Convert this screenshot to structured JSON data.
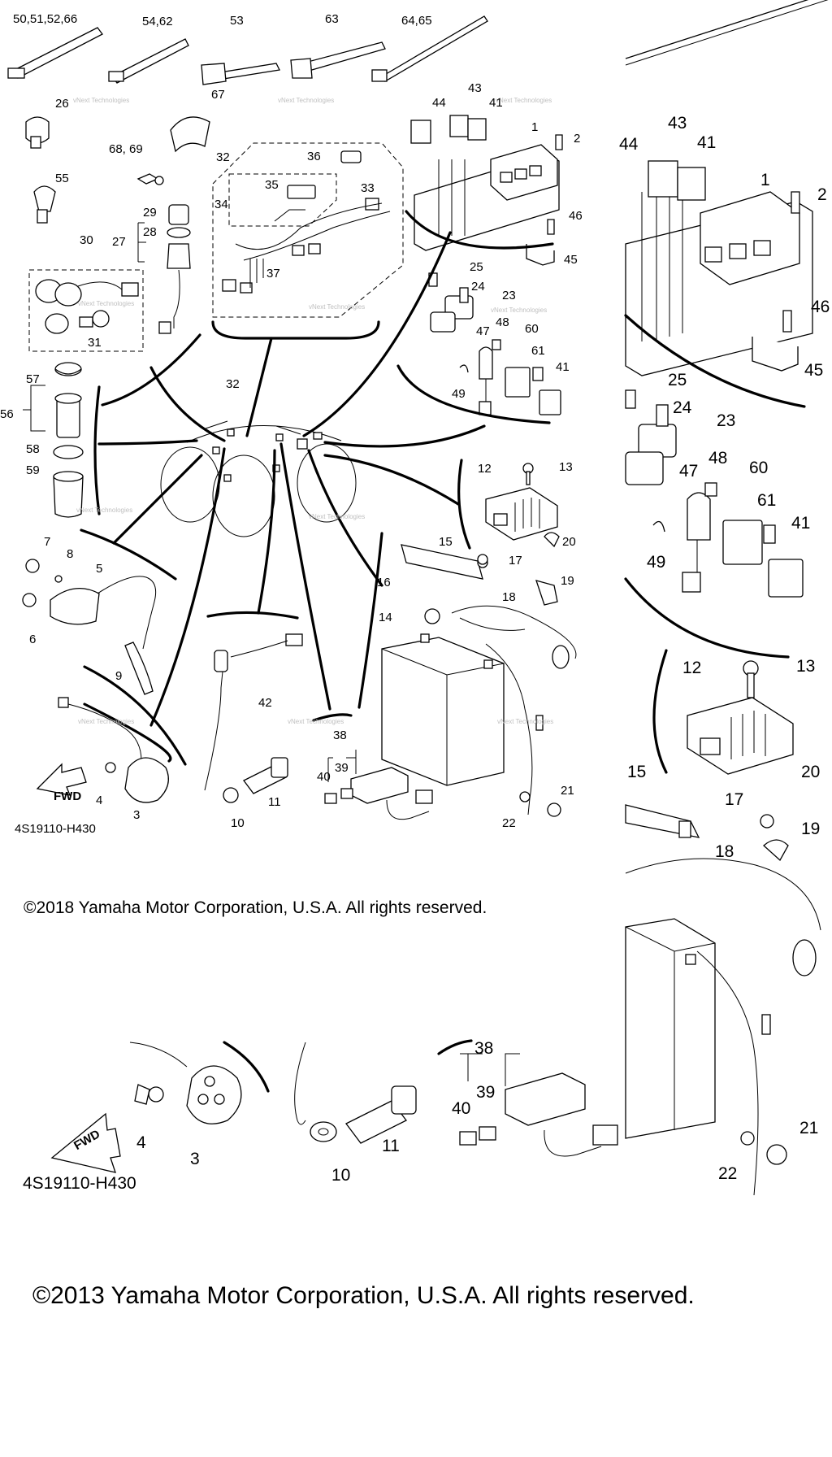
{
  "diagram": {
    "code": "4S19110-H430",
    "fwd_label": "FWD",
    "watermark": "vNext Technologies",
    "callouts_main": [
      {
        "id": "c-50",
        "text": "50,51,52,66"
      },
      {
        "id": "c-54",
        "text": "54,62"
      },
      {
        "id": "c-53",
        "text": "53"
      },
      {
        "id": "c-63",
        "text": "63"
      },
      {
        "id": "c-64",
        "text": "64,65"
      },
      {
        "id": "c-26",
        "text": "26"
      },
      {
        "id": "c-67",
        "text": "67"
      },
      {
        "id": "c-43",
        "text": "43"
      },
      {
        "id": "c-44",
        "text": "44"
      },
      {
        "id": "c-41",
        "text": "41"
      },
      {
        "id": "c-1",
        "text": "1"
      },
      {
        "id": "c-2",
        "text": "2"
      },
      {
        "id": "c-68",
        "text": "68, 69"
      },
      {
        "id": "c-32a",
        "text": "32"
      },
      {
        "id": "c-36",
        "text": "36"
      },
      {
        "id": "c-46",
        "text": "46"
      },
      {
        "id": "c-55",
        "text": "55"
      },
      {
        "id": "c-35",
        "text": "35"
      },
      {
        "id": "c-33",
        "text": "33"
      },
      {
        "id": "c-34",
        "text": "34"
      },
      {
        "id": "c-29",
        "text": "29"
      },
      {
        "id": "c-28",
        "text": "28"
      },
      {
        "id": "c-27",
        "text": "27"
      },
      {
        "id": "c-45",
        "text": "45"
      },
      {
        "id": "c-30",
        "text": "30"
      },
      {
        "id": "c-37",
        "text": "37"
      },
      {
        "id": "c-25",
        "text": "25"
      },
      {
        "id": "c-24",
        "text": "24"
      },
      {
        "id": "c-23",
        "text": "23"
      },
      {
        "id": "c-31",
        "text": "31"
      },
      {
        "id": "c-48",
        "text": "48"
      },
      {
        "id": "c-60",
        "text": "60"
      },
      {
        "id": "c-47",
        "text": "47"
      },
      {
        "id": "c-61",
        "text": "61"
      },
      {
        "id": "c-41b",
        "text": "41"
      },
      {
        "id": "c-57",
        "text": "57"
      },
      {
        "id": "c-49",
        "text": "49"
      },
      {
        "id": "c-32b",
        "text": "32"
      },
      {
        "id": "c-56",
        "text": "56"
      },
      {
        "id": "c-58",
        "text": "58"
      },
      {
        "id": "c-12",
        "text": "12"
      },
      {
        "id": "c-13",
        "text": "13"
      },
      {
        "id": "c-59",
        "text": "59"
      },
      {
        "id": "c-20",
        "text": "20"
      },
      {
        "id": "c-7",
        "text": "7"
      },
      {
        "id": "c-15",
        "text": "15"
      },
      {
        "id": "c-17",
        "text": "17"
      },
      {
        "id": "c-8",
        "text": "8"
      },
      {
        "id": "c-5",
        "text": "5"
      },
      {
        "id": "c-19",
        "text": "19"
      },
      {
        "id": "c-16",
        "text": "16"
      },
      {
        "id": "c-18",
        "text": "18"
      },
      {
        "id": "c-6",
        "text": "6"
      },
      {
        "id": "c-14",
        "text": "14"
      },
      {
        "id": "c-9",
        "text": "9"
      },
      {
        "id": "c-42",
        "text": "42"
      },
      {
        "id": "c-38",
        "text": "38"
      },
      {
        "id": "c-39",
        "text": "39"
      },
      {
        "id": "c-40",
        "text": "40"
      },
      {
        "id": "c-21",
        "text": "21"
      },
      {
        "id": "c-4",
        "text": "4"
      },
      {
        "id": "c-3",
        "text": "3"
      },
      {
        "id": "c-11",
        "text": "11"
      },
      {
        "id": "c-22",
        "text": "22"
      },
      {
        "id": "c-10",
        "text": "10"
      }
    ],
    "callouts_zoom_right": [
      {
        "id": "z-44",
        "text": "44"
      },
      {
        "id": "z-43",
        "text": "43"
      },
      {
        "id": "z-41",
        "text": "41"
      },
      {
        "id": "z-1",
        "text": "1"
      },
      {
        "id": "z-2",
        "text": "2"
      },
      {
        "id": "z-46",
        "text": "46"
      },
      {
        "id": "z-45",
        "text": "45"
      },
      {
        "id": "z-25",
        "text": "25"
      },
      {
        "id": "z-24",
        "text": "24"
      },
      {
        "id": "z-23",
        "text": "23"
      },
      {
        "id": "z-48",
        "text": "48"
      },
      {
        "id": "z-60",
        "text": "60"
      },
      {
        "id": "z-47",
        "text": "47"
      },
      {
        "id": "z-61",
        "text": "61"
      },
      {
        "id": "z-41b",
        "text": "41"
      },
      {
        "id": "z-49",
        "text": "49"
      },
      {
        "id": "z-13",
        "text": "13"
      },
      {
        "id": "z-12",
        "text": "12"
      },
      {
        "id": "z-15",
        "text": "15"
      },
      {
        "id": "z-20",
        "text": "20"
      },
      {
        "id": "z-17",
        "text": "17"
      },
      {
        "id": "z-19",
        "text": "19"
      },
      {
        "id": "z-18",
        "text": "18"
      },
      {
        "id": "z-21",
        "text": "21"
      },
      {
        "id": "z-22",
        "text": "22"
      }
    ],
    "callouts_zoom_bottom": [
      {
        "id": "b-4",
        "text": "4"
      },
      {
        "id": "b-3",
        "text": "3"
      },
      {
        "id": "b-38",
        "text": "38"
      },
      {
        "id": "b-39",
        "text": "39"
      },
      {
        "id": "b-40",
        "text": "40"
      },
      {
        "id": "b-11",
        "text": "11"
      },
      {
        "id": "b-10",
        "text": "10"
      }
    ]
  },
  "copyright_top": "©2018 Yamaha Motor Corporation, U.S.A. All rights reserved.",
  "copyright_bottom": "©2013 Yamaha Motor Corporation, U.S.A. All rights reserved."
}
